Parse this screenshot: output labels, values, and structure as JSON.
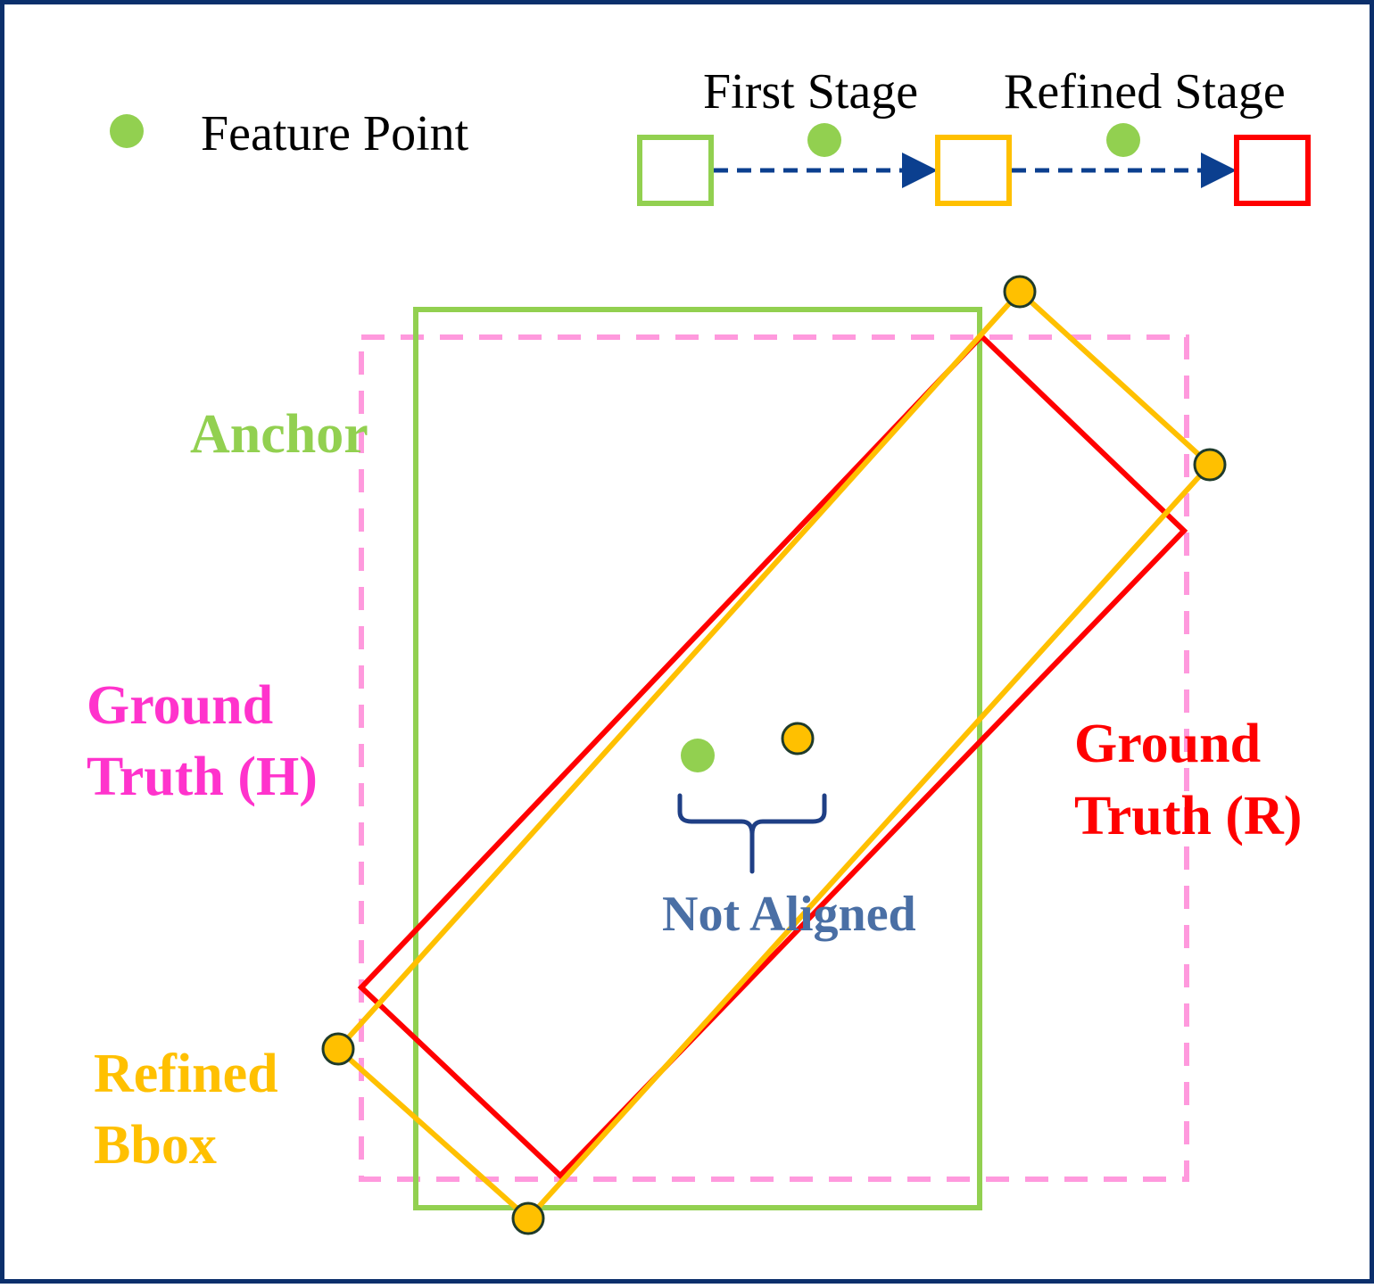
{
  "legend": {
    "feature_point_label": "Feature Point",
    "first_stage_label": "First Stage",
    "refined_stage_label": "Refined Stage"
  },
  "labels": {
    "anchor": "Anchor",
    "ground_truth_h_line1": "Ground",
    "ground_truth_h_line2": "Truth (H)",
    "ground_truth_r_line1": "Ground",
    "ground_truth_r_line2": "Truth (R)",
    "refined_bbox_line1": "Refined",
    "refined_bbox_line2": "Bbox",
    "not_aligned": "Not Aligned"
  },
  "colors": {
    "border": "#0b2f6b",
    "anchor": "#92d050",
    "refined": "#ffc000",
    "ground_truth_r": "#ff0000",
    "ground_truth_h": "#ff99dd",
    "ground_truth_h_text": "#ff33cc",
    "arrow": "#0b3f8f",
    "not_aligned": "#4a6fa5",
    "point_stroke": "#1f3b2b"
  }
}
